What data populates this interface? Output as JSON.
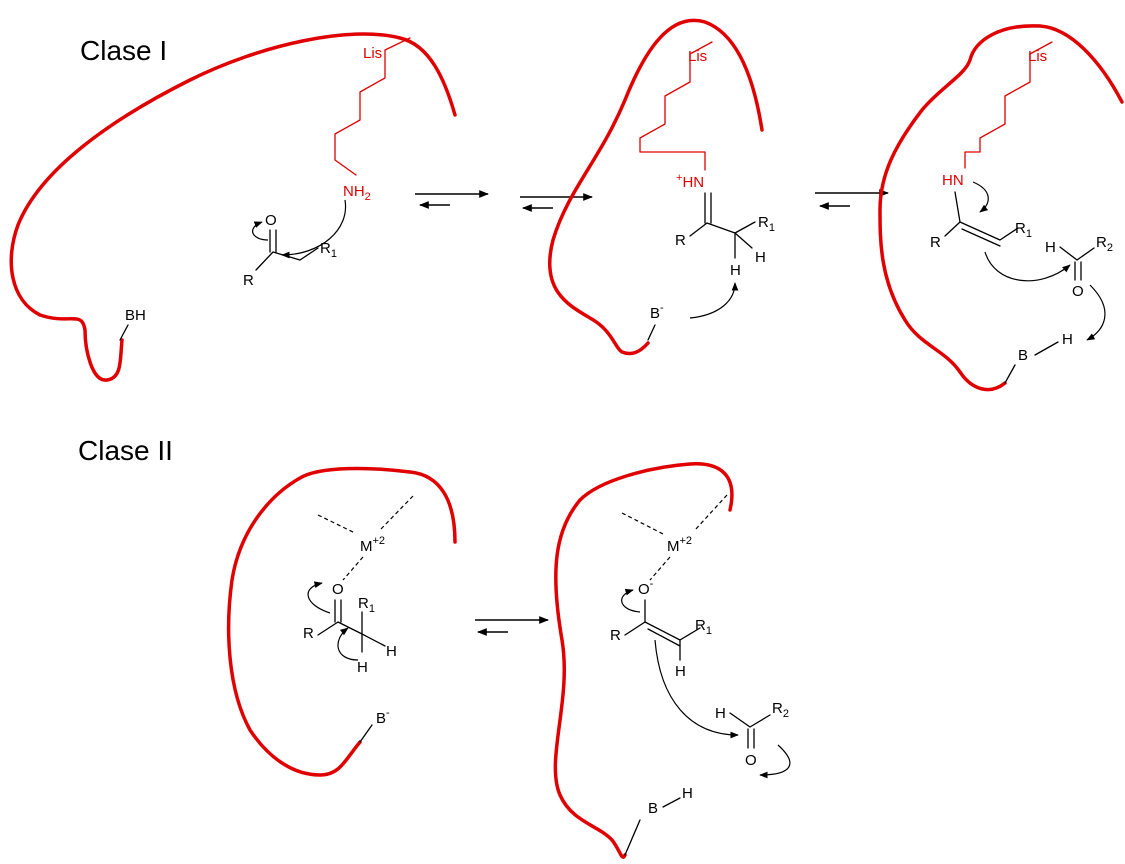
{
  "class1": {
    "title": "Clase I",
    "lys": "Lis",
    "nh2_n": "NH",
    "nh2_sub": "2",
    "o": "O",
    "r": "R",
    "r1": "R",
    "r1_sub": "1",
    "bh": "BH",
    "plus": "+",
    "hn": "HN",
    "h": "H",
    "b": "B",
    "minus": "-",
    "r2": "R",
    "r2_sub": "2"
  },
  "class2": {
    "title": "Clase II",
    "m": "M",
    "m_sup": "+2",
    "o": "O",
    "minus": "-",
    "r": "R",
    "r1": "R",
    "r1_sub": "1",
    "h": "H",
    "b": "B",
    "r2": "R",
    "r2_sub": "2"
  },
  "colors": {
    "pocket": "#e00000",
    "lysine": "#e00000",
    "ink": "#000000"
  }
}
